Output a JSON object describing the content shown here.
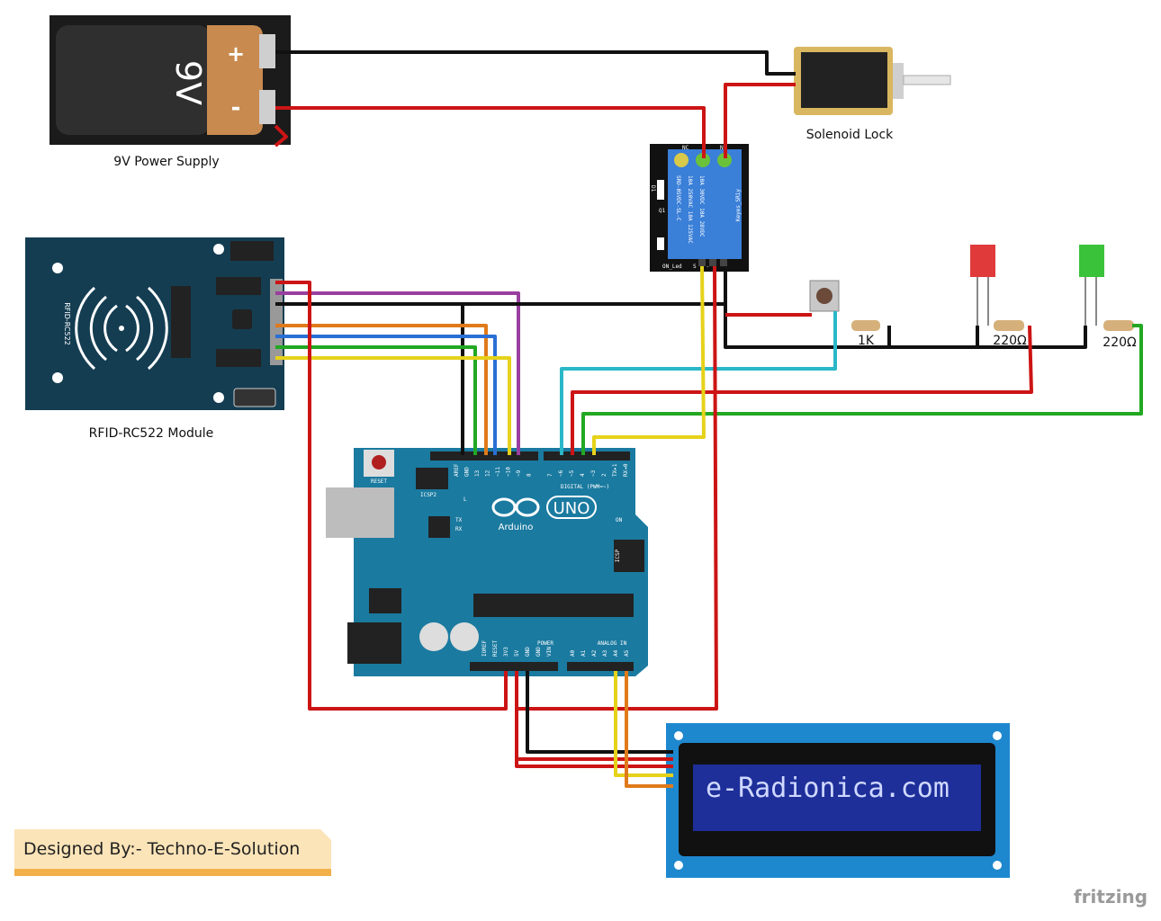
{
  "battery": {
    "voltage": "9V",
    "plus": "+",
    "minus": "-",
    "label": "9V Power Supply"
  },
  "solenoid": {
    "label": "Solenoid Lock"
  },
  "relay": {
    "nc": "NC",
    "no": "NO",
    "text1": "SRD-05VDC-SL-C",
    "text2": "10A 250VAC  10A 125VAC",
    "text3": "10A 30VDC  10A 28VDC",
    "brand": "Keyes_SR1y",
    "d1": "D1",
    "q1": "Q1",
    "led": "ON_Led",
    "pins": "S + -"
  },
  "rfid": {
    "chip": "RFID-RC522",
    "label": "RFID-RC522 Module"
  },
  "resistors": {
    "r1": "1K",
    "r2": "220Ω",
    "r3": "220Ω"
  },
  "arduino": {
    "reset": "RESET",
    "icsp2": "ICSP2",
    "icsp": "ICSP",
    "l": "L",
    "tx": "TX",
    "rx": "RX",
    "on": "ON",
    "uno": "UNO",
    "name": "Arduino",
    "digital": "DIGITAL (PWM=~)",
    "power": "POWER",
    "analog": "ANALOG IN",
    "digital_pins": [
      "AREF",
      "GND",
      "13",
      "12",
      "~11",
      "~10",
      "~9",
      "8",
      "7",
      "~6",
      "~5",
      "4",
      "~3",
      "2",
      "TX▸1",
      "RX◂0"
    ],
    "power_pins": [
      "IOREF",
      "RESET",
      "3V3",
      "5V",
      "GND",
      "GND",
      "VIN"
    ],
    "analog_pins": [
      "A0",
      "A1",
      "A2",
      "A3",
      "A4",
      "A5"
    ]
  },
  "lcd": {
    "text": "e-Radionica.com"
  },
  "credit": {
    "text": "Designed By:- Techno-E-Solution"
  },
  "brand": {
    "text": "fritzing"
  },
  "colors": {
    "board_blue": "#1a7aa0",
    "rfid_blue": "#143d52",
    "lcd_frame": "#1e88cf",
    "lcd_screen": "#1e2f9a",
    "wire_red": "#cc1414",
    "wire_black": "#111111"
  }
}
